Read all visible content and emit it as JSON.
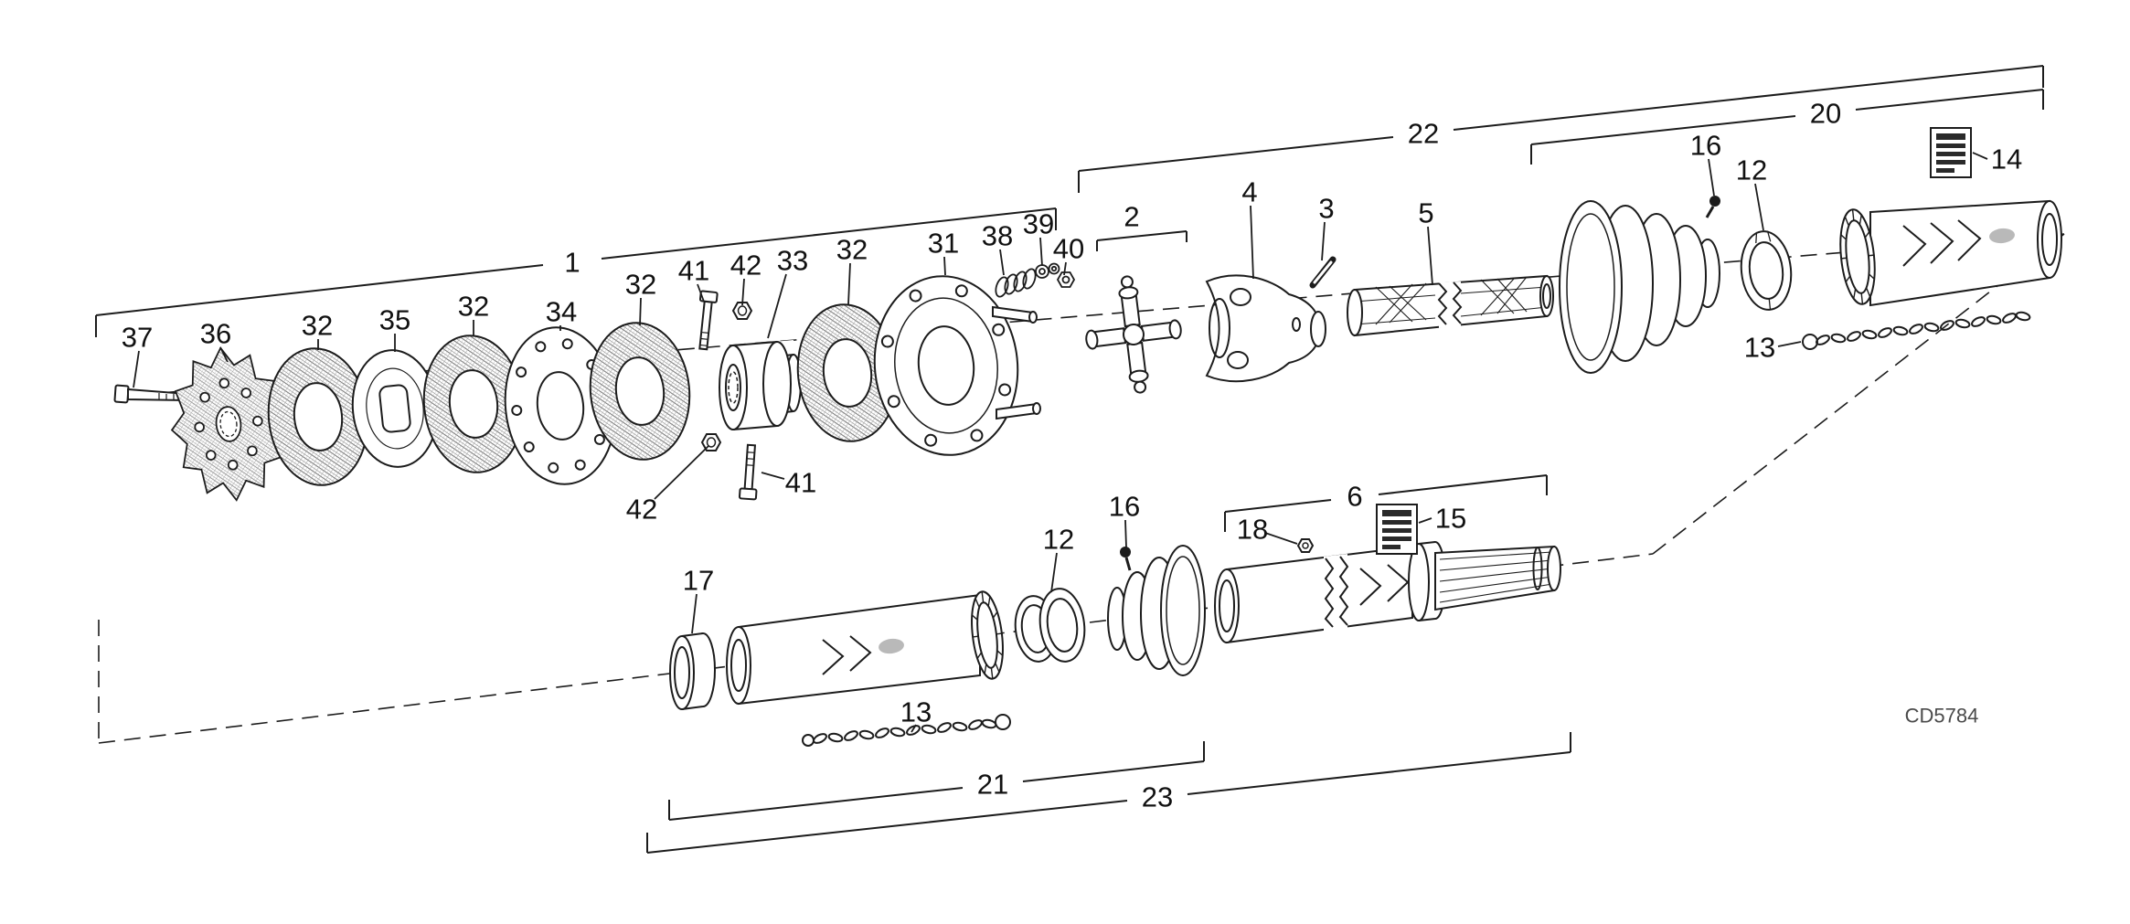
{
  "drawing_code": "CD5784",
  "colors": {
    "line": "#1c1c1c",
    "background": "#ffffff",
    "label_text": "#111111",
    "code_text": "#4a4a4a",
    "sticker_bar": "#2a2a2a",
    "tube_patch": "#b9b9b9"
  },
  "part_labels": [
    {
      "text": "37"
    },
    {
      "text": "36"
    },
    {
      "text": "32"
    },
    {
      "text": "35"
    },
    {
      "text": "32"
    },
    {
      "text": "34"
    },
    {
      "text": "1"
    },
    {
      "text": "32"
    },
    {
      "text": "41"
    },
    {
      "text": "42"
    },
    {
      "text": "33"
    },
    {
      "text": "32"
    },
    {
      "text": "31"
    },
    {
      "text": "38"
    },
    {
      "text": "39"
    },
    {
      "text": "40"
    },
    {
      "text": "2"
    },
    {
      "text": "22"
    },
    {
      "text": "4"
    },
    {
      "text": "3"
    },
    {
      "text": "5"
    },
    {
      "text": "16"
    },
    {
      "text": "12"
    },
    {
      "text": "20"
    },
    {
      "text": "14"
    },
    {
      "text": "13"
    },
    {
      "text": "42"
    },
    {
      "text": "41"
    },
    {
      "text": "17"
    },
    {
      "text": "12"
    },
    {
      "text": "16"
    },
    {
      "text": "18"
    },
    {
      "text": "6"
    },
    {
      "text": "15"
    },
    {
      "text": "13"
    },
    {
      "text": "21"
    },
    {
      "text": "23"
    }
  ]
}
